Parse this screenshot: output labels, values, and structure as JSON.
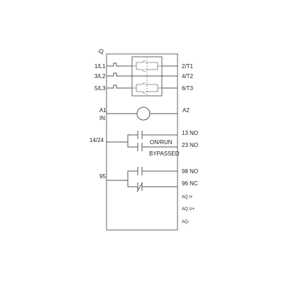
{
  "device_label": "-Q",
  "left_terminals": [
    "1/L1",
    "3/L2",
    "5/L3"
  ],
  "right_terminals": [
    "2/T1",
    "4/T2",
    "6/T3"
  ],
  "control": {
    "a1": "A1",
    "in": "IN",
    "a2": "A2"
  },
  "aux1": {
    "left": "14/24",
    "out1": "13 NO",
    "state1": "ON/RUN",
    "out2": "23 NO",
    "state2": "BYPASSED"
  },
  "aux2": {
    "left": "95",
    "out1": "98 NO",
    "out2": "96 NC"
  },
  "analog": [
    "AQ I+",
    "AQ U+",
    "AQ-"
  ]
}
